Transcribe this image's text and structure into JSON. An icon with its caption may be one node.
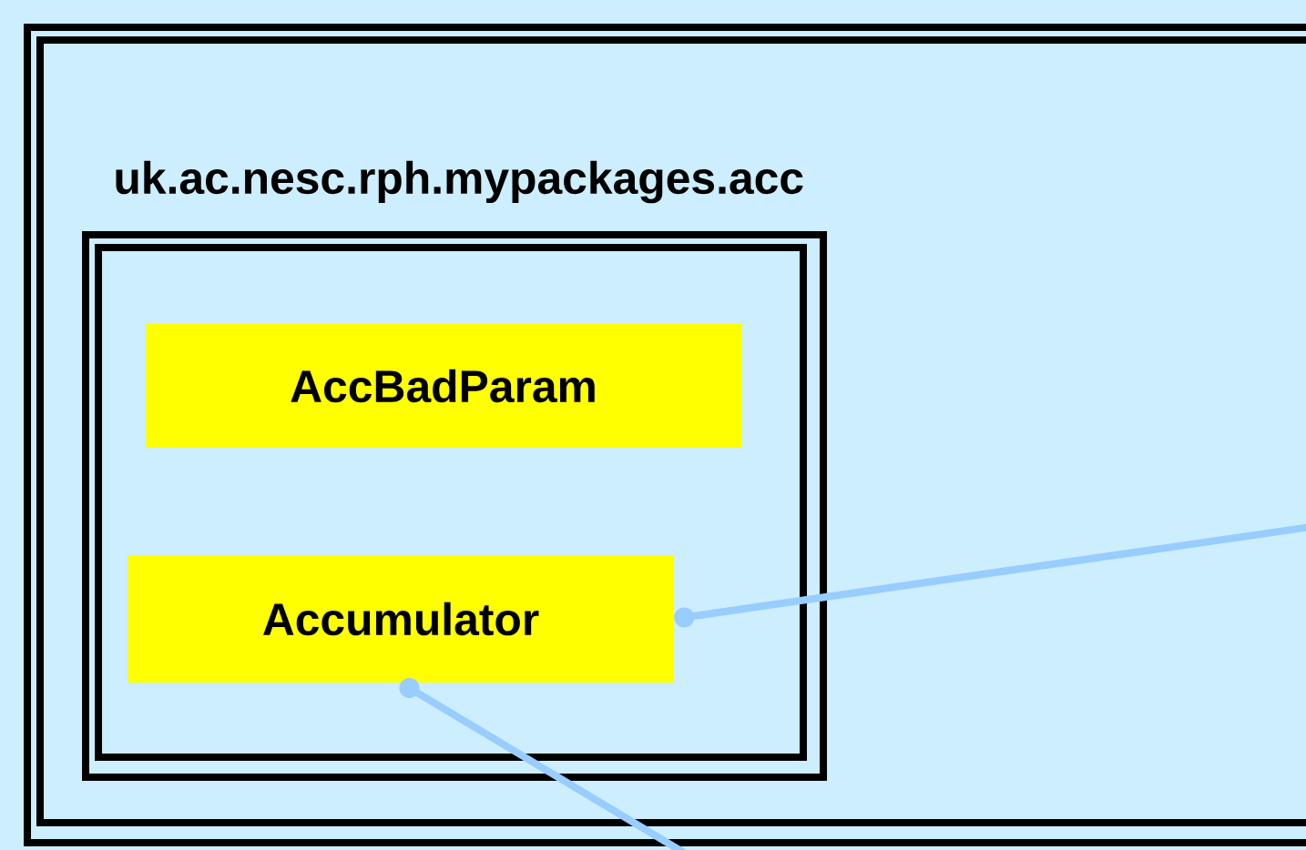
{
  "diagram": {
    "nodes": [
      {
        "text": [],
        "shape": "box"
      },
      {
        "text": [
          "uk.ac.nesc.rph.mypackages.acc"
        ],
        "in": 0
      },
      {
        "text": [
          "AccBadParam"
        ],
        "in": 1
      },
      {
        "text": [
          "Accumulator"
        ],
        "in": 1
      }
    ],
    "edges": [
      {
        "from": 3,
        "to": null,
        "arrow": "other"
      },
      {
        "from": 3,
        "to": null,
        "arrow": "other"
      }
    ]
  }
}
